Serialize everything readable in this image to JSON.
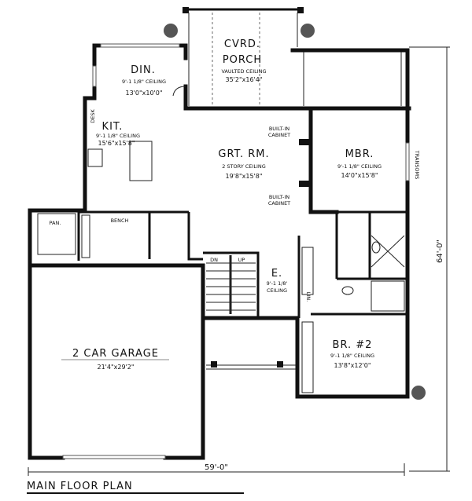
{
  "title": "MAIN FLOOR PLAN",
  "dimensions": {
    "width": "59'-0\"",
    "depth": "64'-0\""
  },
  "rooms": {
    "porch": {
      "name1": "CVRD.",
      "name2": "PORCH",
      "ceiling": "VAULTED CEILING",
      "size": "35'2\"x16'4\""
    },
    "dining": {
      "name": "DIN.",
      "ceiling": "9'-1 1/8\" CEILING",
      "size": "13'0\"x10'0\""
    },
    "kitchen": {
      "name": "KIT.",
      "ceiling": "9'-1 1/8\" CEILING",
      "size": "15'6\"x15'8\""
    },
    "great_room": {
      "name": "GRT. RM.",
      "ceiling": "2 STORY CEILING",
      "size": "19'8\"x15'8\""
    },
    "master": {
      "name": "MBR.",
      "ceiling": "9'-1 1/8\" CEILING",
      "size": "14'0\"x15'8\""
    },
    "entry": {
      "name": "E.",
      "ceiling1": "9'-1 1/8'",
      "ceiling2": "CEILING"
    },
    "bedroom2": {
      "name": "BR. #2",
      "ceiling": "9'-1 1/8\" CEILING",
      "size": "13'8\"x12'0\""
    },
    "garage": {
      "name": "2 CAR GARAGE",
      "size": "21'4\"x29'2\""
    }
  },
  "labels": {
    "desk": "DESK",
    "pantry": "PAN.",
    "bench": "BENCH",
    "builtin1a": "BUILT-IN",
    "builtin1b": "CABINET",
    "builtin2a": "BUILT-IN",
    "builtin2b": "CABINET",
    "transoms": "TRANSOMS",
    "linen": "LIN.",
    "stair_dn": "DN",
    "stair_up": "UP"
  }
}
